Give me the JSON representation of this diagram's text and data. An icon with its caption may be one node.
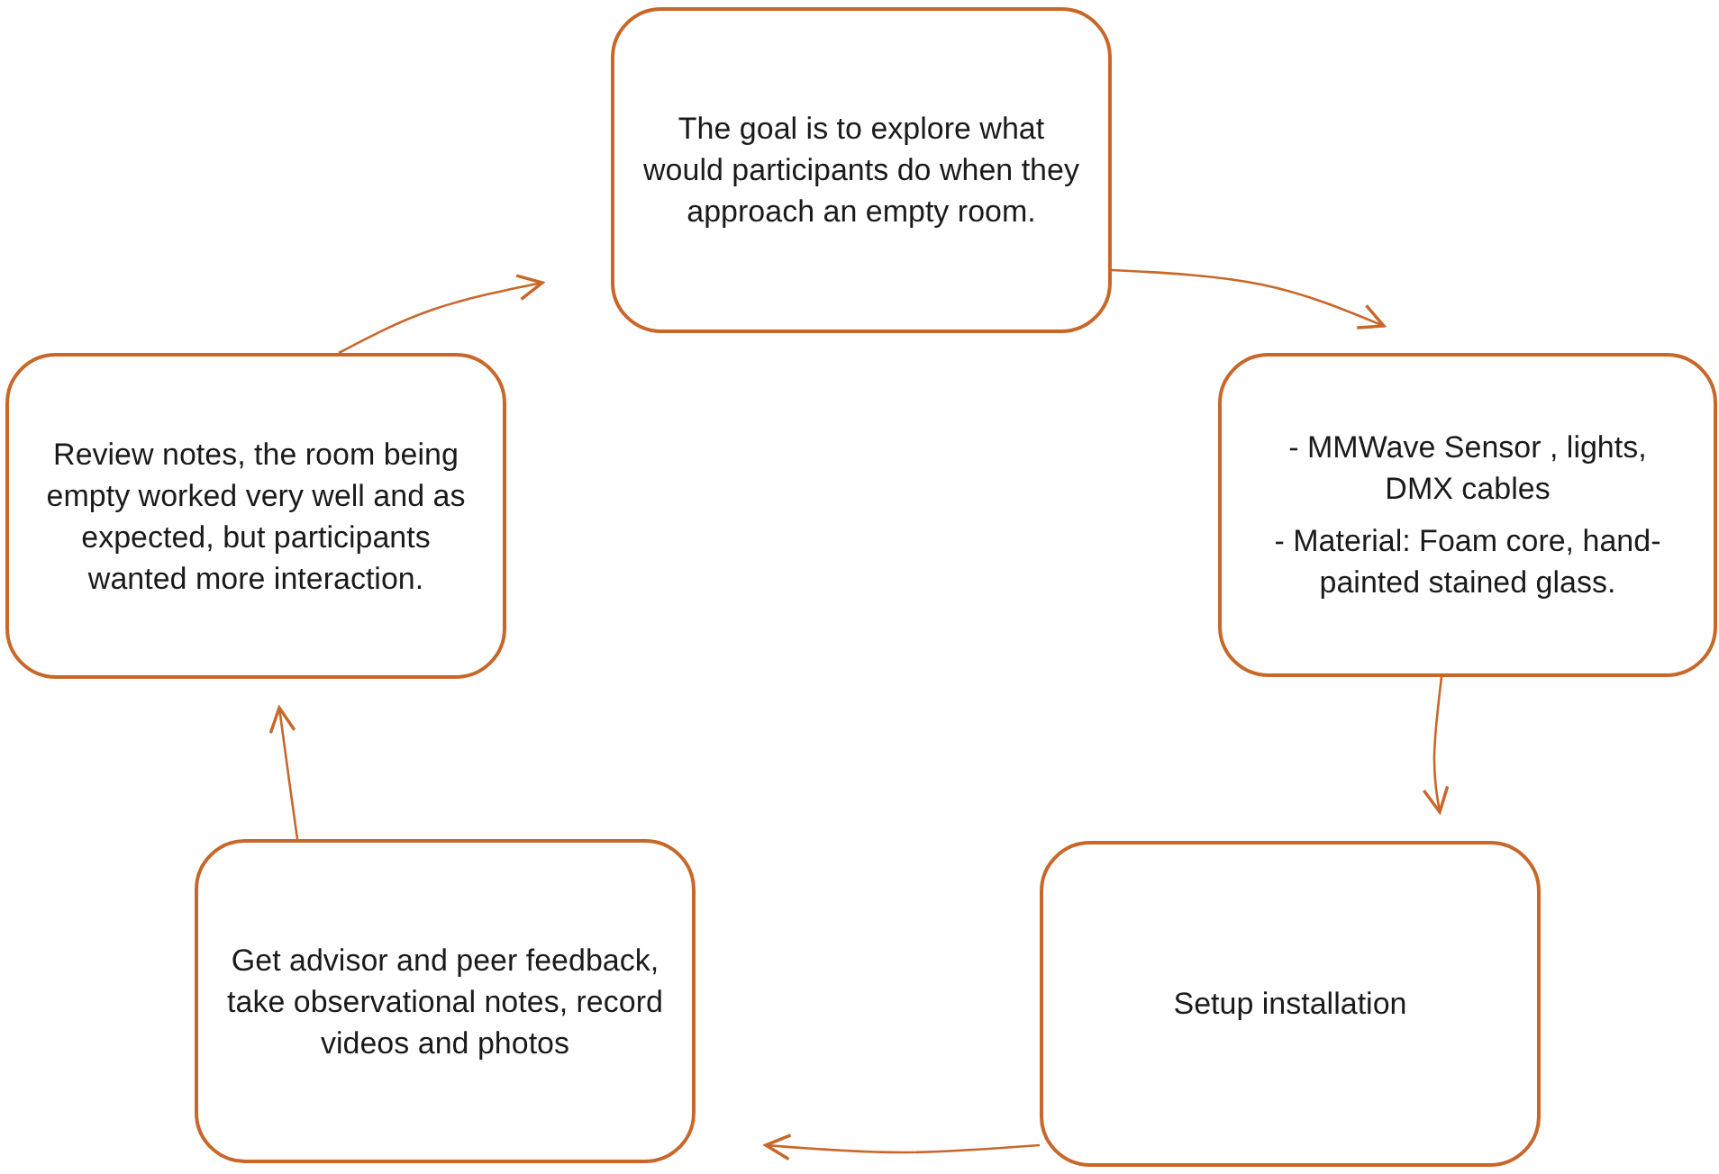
{
  "diagram": {
    "nodes": [
      {
        "text": [
          "The goal is to explore what would participants do when they approach an empty room."
        ]
      },
      {
        "text": [
          "- MMWave Sensor , lights, DMX cables",
          "- Material: Foam core, hand-painted stained glass."
        ]
      },
      {
        "text": [
          "Setup installation"
        ]
      },
      {
        "text": [
          "Get advisor and peer feedback, take observational notes, record videos and photos"
        ]
      },
      {
        "text": [
          "Review notes, the  room being empty worked very well and as expected, but participants wanted more interaction."
        ]
      }
    ],
    "edges": [
      {
        "from": 0,
        "to": 1,
        "arrow": "to"
      },
      {
        "from": 1,
        "to": 2,
        "arrow": "to"
      },
      {
        "from": 2,
        "to": 3,
        "arrow": "to"
      },
      {
        "from": 3,
        "to": 4,
        "arrow": "to"
      },
      {
        "from": 4,
        "to": 0,
        "arrow": "to"
      }
    ]
  }
}
